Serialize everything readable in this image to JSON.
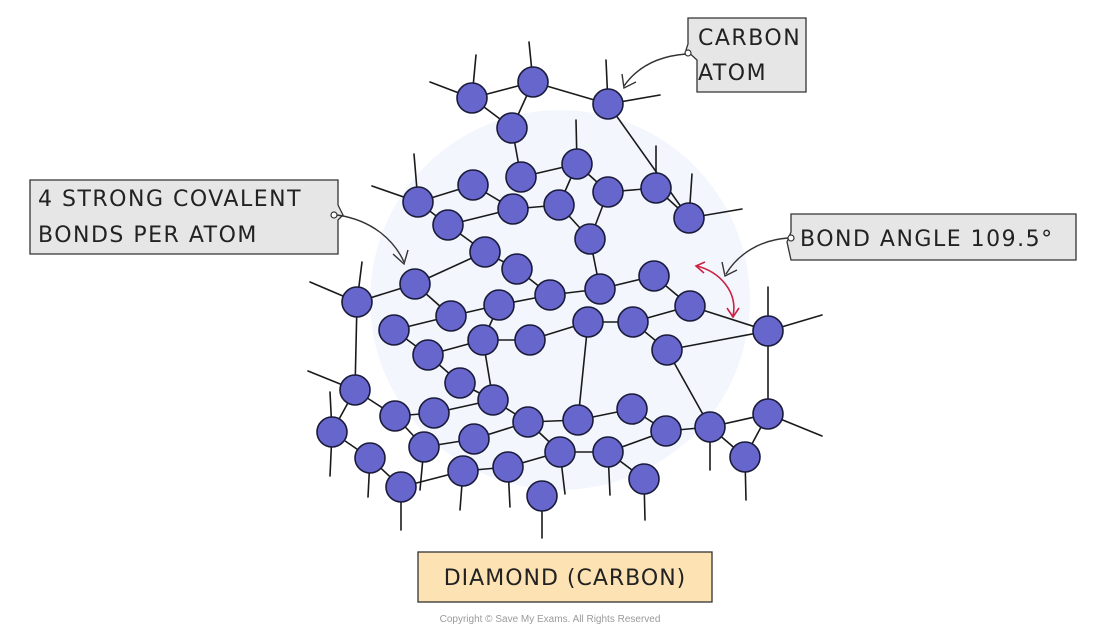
{
  "labels": {
    "carbon_atom_line1": "CARBON",
    "carbon_atom_line2": "ATOM",
    "bonds_line1": "4 STRONG COVALENT",
    "bonds_line2": "BONDS PER ATOM",
    "bond_angle": "BOND ANGLE 109.5°"
  },
  "title": "DIAMOND (CARBON)",
  "copyright": "Copyright © Save My Exams. All Rights Reserved",
  "colors": {
    "atom_fill": "#6666cc",
    "atom_stroke": "#1a1a3a",
    "bond": "#1a1a1a",
    "label_box": "#e6e6e6",
    "title_box": "#fde3b4",
    "angle_arrow": "#cc2244"
  }
}
